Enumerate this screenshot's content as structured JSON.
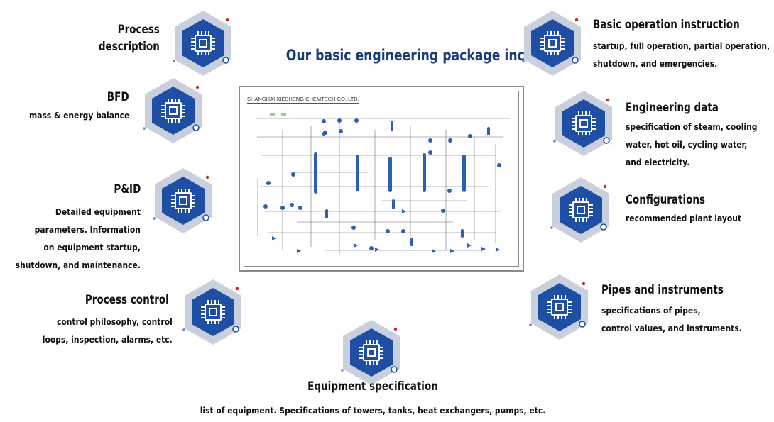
{
  "headline": "Our basic engineering package includes",
  "diagram": {
    "caption": "SHANGHAI XIESHENG CHEMTECH CO.,LTD."
  },
  "colors": {
    "hex_outer": "#c9cfdd",
    "hex_inner": "#1f4fa5",
    "headline": "#1a3a78",
    "accent_dot": "#c8232c"
  },
  "icons": {
    "feature": "chip-icon"
  },
  "items": {
    "process_description": {
      "title_lines": [
        "Process",
        "description"
      ]
    },
    "bfd": {
      "title": "BFD",
      "desc_lines": [
        "mass & energy balance"
      ]
    },
    "pid": {
      "title": "P&ID",
      "desc_lines": [
        "Detailed equipment",
        "parameters. Information",
        "on equipment startup,",
        "shutdown, and maintenance."
      ]
    },
    "process_control": {
      "title": "Process control",
      "desc_lines": [
        "control philosophy, control",
        "loops, inspection, alarms, etc."
      ]
    },
    "equipment_specification": {
      "title": "Equipment specification",
      "desc_lines": [
        "list of equipment. Specifications of towers, tanks, heat exchangers, pumps, etc."
      ]
    },
    "basic_operation": {
      "title": "Basic operation instruction",
      "desc_lines": [
        "startup, full operation, partial operation,",
        "shutdown, and emergencies."
      ]
    },
    "engineering_data": {
      "title": "Engineering data",
      "desc_lines": [
        "specification of steam, cooling",
        "water, hot oil, cycling water,",
        "and electricity."
      ]
    },
    "configurations": {
      "title": "Configurations",
      "desc_lines": [
        "recommended plant layout"
      ]
    },
    "pipes_instruments": {
      "title": "Pipes and instruments",
      "desc_lines": [
        "specifications of pipes,",
        "control values, and instruments."
      ]
    }
  }
}
